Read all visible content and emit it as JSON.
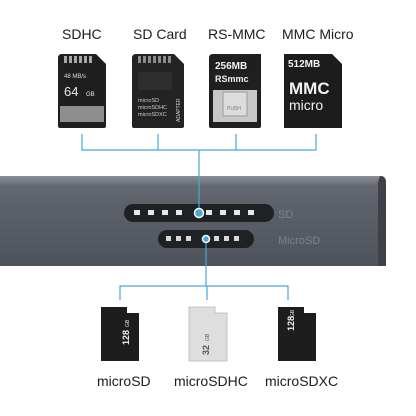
{
  "top_cards": [
    {
      "label": "SDHC",
      "card_text_1": "48 MB/s",
      "card_text_2": "64",
      "card_text_3": "GB"
    },
    {
      "label": "SD Card",
      "card_text_1": "microSD",
      "card_text_2": "microSDHC",
      "card_text_3": "microSDXC",
      "card_text_4": "ADAPTER"
    },
    {
      "label": "RS-MMC",
      "card_text_1": "256MB",
      "card_text_2": "RSmmc",
      "card_text_3": "PUSH"
    },
    {
      "label": "MMC Micro",
      "card_text_1": "512MB",
      "card_text_2": "MMC",
      "card_text_3": "micro"
    }
  ],
  "hub": {
    "sd_slot_label": "SD",
    "microsd_slot_label": "MicroSD"
  },
  "bottom_cards": [
    {
      "label": "microSD",
      "card_text_1": "128",
      "card_text_2": "GB"
    },
    {
      "label": "microSDHC",
      "card_text_1": "32",
      "card_text_2": "GB"
    },
    {
      "label": "microSDXC",
      "card_text_1": "128",
      "card_text_2": "GB"
    }
  ],
  "colors": {
    "connector": "#4aa8d8",
    "card_dark": "#1f1f1f",
    "hub_body": "#5e636c"
  }
}
